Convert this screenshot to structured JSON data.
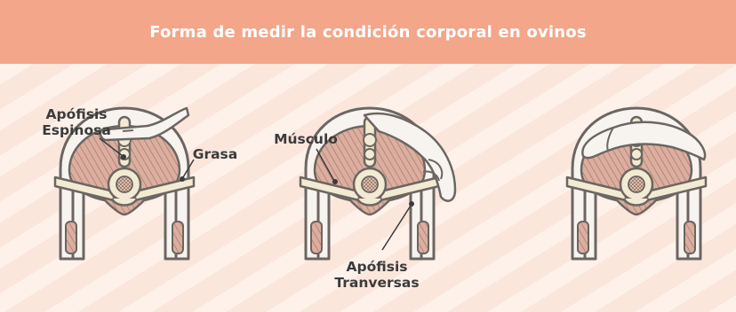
{
  "title": "Forma de medir la condición corporal en ovinos",
  "labels": {
    "apofisis_espinosa_1": "Apófisis",
    "apofisis_espinosa_2": "Espinosa",
    "grasa": "Grasa",
    "musculo": "Músculo",
    "apofisis_tranversas_1": "Apófisis",
    "apofisis_tranversas_2": "Tranversas"
  },
  "colors": {
    "header": "#f3a68a",
    "background": "#fbe6dc",
    "outline": "#6b6661",
    "bone": "#f3ead3",
    "muscle": "#dcae9f",
    "fat": "#f7f3ee"
  }
}
